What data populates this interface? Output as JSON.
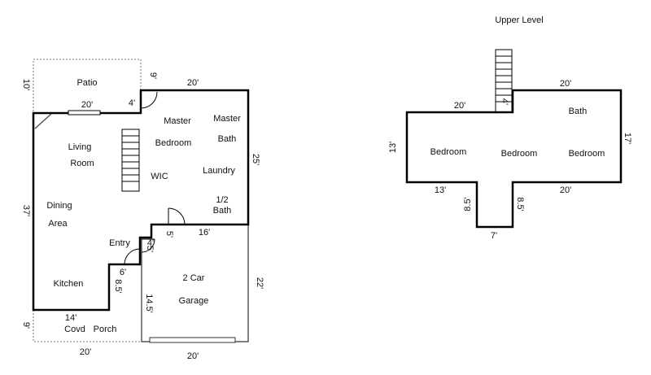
{
  "main_floor": {
    "rooms": {
      "patio": "Patio",
      "master_1": "Master",
      "master_2": "Bedroom",
      "master_bath_1": "Master",
      "master_bath_2": "Bath",
      "living_1": "Living",
      "living_2": "Room",
      "wic": "WIC",
      "laundry": "Laundry",
      "half_bath_1": "1/2",
      "half_bath_2": "Bath",
      "dining_1": "Dining",
      "dining_2": "Area",
      "entry": "Entry",
      "kitchen": "Kitchen",
      "garage_1": "2 Car",
      "garage_2": "Garage",
      "porch_1": "Covd",
      "porch_2": "Porch"
    },
    "dims": {
      "patio_depth": "10'",
      "patio_width": "20'",
      "patio_side": "9'",
      "door_4": "4'",
      "master_top": "20'",
      "right_side": "25'",
      "left_side": "37'",
      "step_5a": "5'",
      "step_4": "4'",
      "step_5b": "5'",
      "garage_top": "16'",
      "entry_6": "6'",
      "kitchen_step": "8.5'",
      "garage_left": "14.5'",
      "garage_right": "22'",
      "porch_top": "14'",
      "porch_depth": "9'",
      "bottom_left": "20'",
      "bottom_garage": "20'"
    }
  },
  "upper_level": {
    "title": "Upper Level",
    "rooms": {
      "bath": "Bath",
      "bedroom_1": "Bedroom",
      "bedroom_2": "Bedroom",
      "bedroom_3": "Bedroom"
    },
    "dims": {
      "top_left": "20'",
      "stair_4": "4'",
      "top_right": "20'",
      "left_side": "13'",
      "right_side": "17'",
      "bottom_left": "13'",
      "bottom_right": "20'",
      "bump_left": "8.5'",
      "bump_right": "8.5'",
      "bump_bottom": "7'"
    }
  }
}
